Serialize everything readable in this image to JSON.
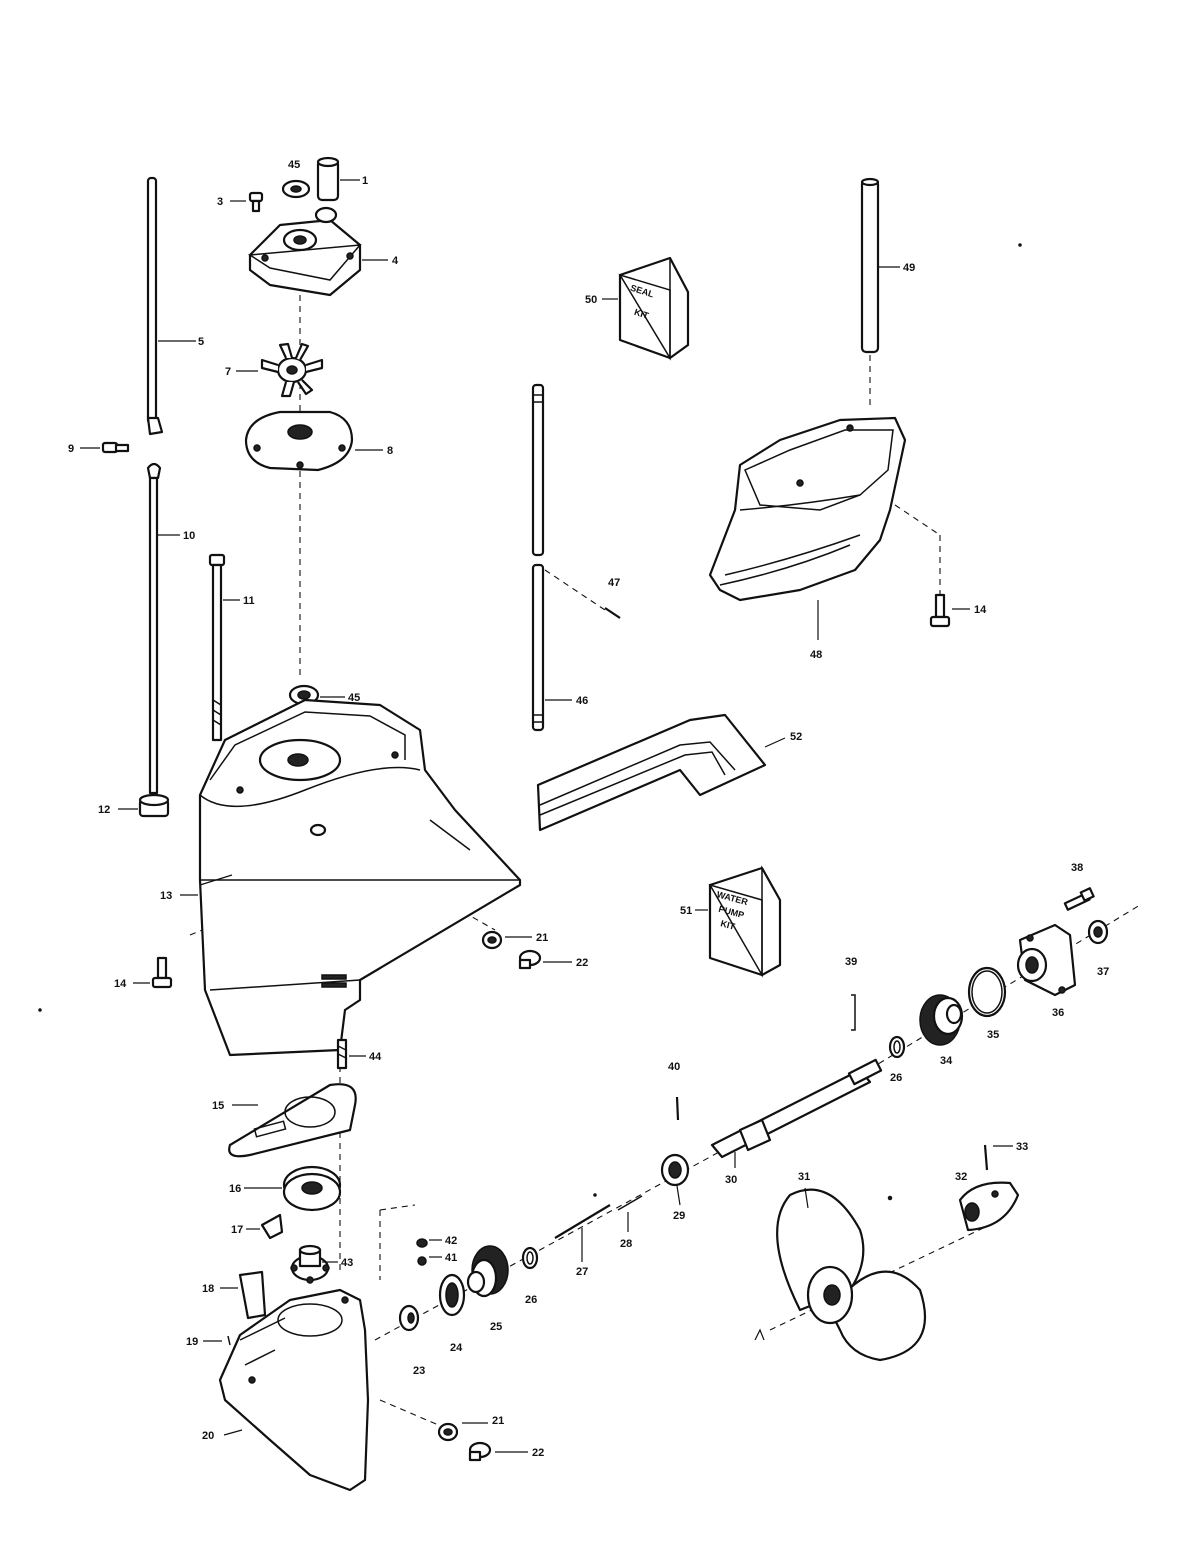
{
  "labels": {
    "p1": "1",
    "p3": "3",
    "p4": "4",
    "p5": "5",
    "p7": "7",
    "p8": "8",
    "p9": "9",
    "p10": "10",
    "p11": "11",
    "p12": "12",
    "p13": "13",
    "p14a": "14",
    "p14b": "14",
    "p15": "15",
    "p16": "16",
    "p17": "17",
    "p18": "18",
    "p19": "19",
    "p20": "20",
    "p21a": "21",
    "p21b": "21",
    "p22a": "22",
    "p22b": "22",
    "p23": "23",
    "p24": "24",
    "p25": "25",
    "p26a": "26",
    "p26b": "26",
    "p27": "27",
    "p28": "28",
    "p29": "29",
    "p30": "30",
    "p31": "31",
    "p32": "32",
    "p33": "33",
    "p34": "34",
    "p35": "35",
    "p36": "36",
    "p37": "37",
    "p38": "38",
    "p39": "39",
    "p40": "40",
    "p41": "41",
    "p42": "42",
    "p43": "43",
    "p44": "44",
    "p45a": "45",
    "p45b": "45",
    "p46": "46",
    "p47": "47",
    "p48": "48",
    "p49": "49",
    "p50": "50",
    "p51": "51",
    "p52": "52"
  },
  "seal_kit": {
    "line1": "SEAL",
    "line2": "KIT"
  },
  "water_pump_kit": {
    "line1": "WATER",
    "line2": "PUMP",
    "line3": "KIT"
  }
}
